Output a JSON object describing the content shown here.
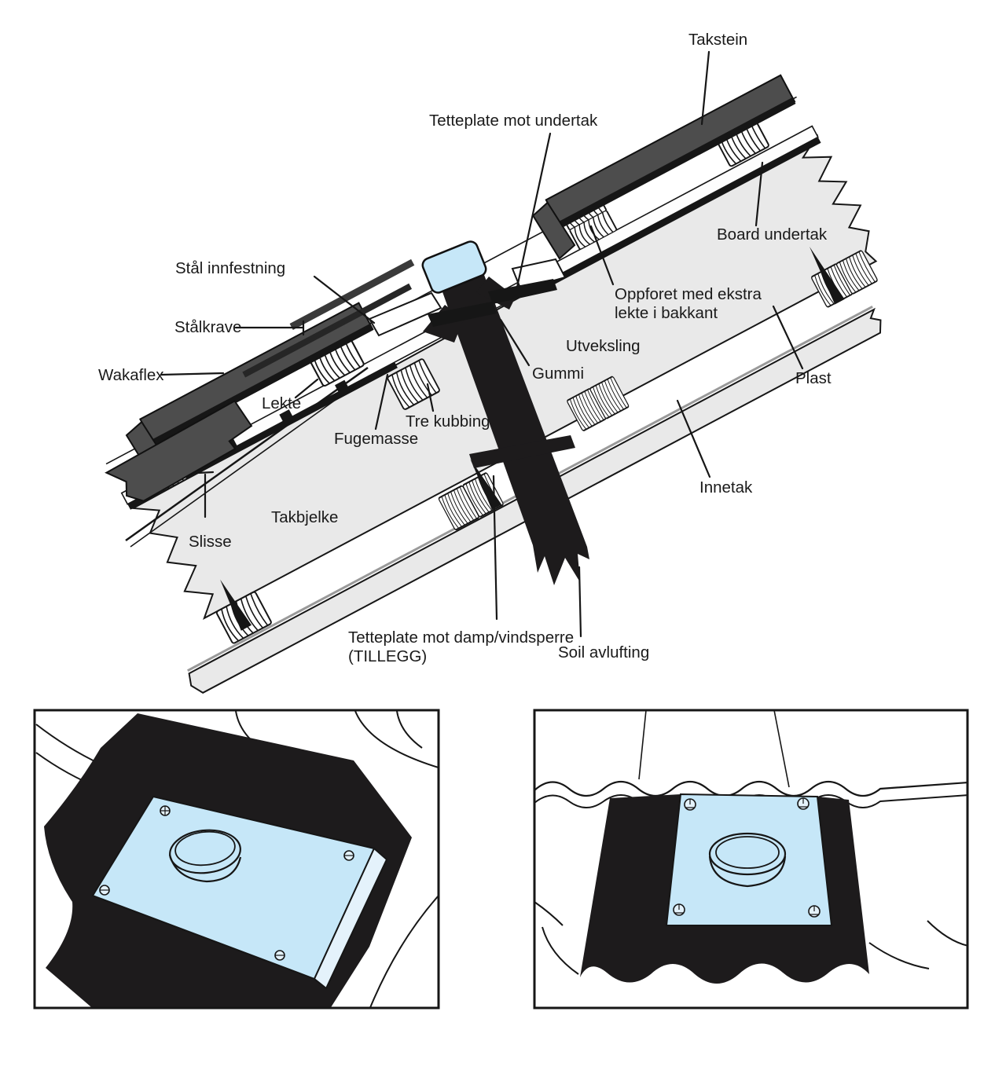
{
  "diagram": {
    "title_hint": "roof penetration / soil vent flashing section",
    "labels": {
      "takstein": "Takstein",
      "tetteplate_undertak": "Tetteplate mot undertak",
      "board_undertak": "Board undertak",
      "oppforet1": "Oppforet med ekstra",
      "oppforet2": "lekte i bakkant",
      "utveksling": "Utveksling",
      "gummi": "Gummi",
      "plast": "Plast",
      "innetak": "Innetak",
      "stal_innfestning": "Stål innfestning",
      "stalkrave": "Stålkrave",
      "wakaflex": "Wakaflex",
      "lekte": "Lekte",
      "fugemasse": "Fugemasse",
      "tre_kubbing": "Tre kubbing",
      "takbjelke": "Takbjelke",
      "slisse": "Slisse",
      "tetteplate_damp1": "Tetteplate mot damp/vindsperre",
      "tetteplate_damp2": "(TILLEGG)",
      "soil_avlufting": "Soil avlufting"
    },
    "colors": {
      "paper": "#ffffff",
      "ink": "#161616",
      "wood_gray": "#e9e9e9",
      "tile_gray": "#4d4d4d",
      "membrane_black": "#1d1b1c",
      "plate_blue": "#c6e7f8",
      "plate_blue_fold": "#e4f2fb"
    }
  }
}
